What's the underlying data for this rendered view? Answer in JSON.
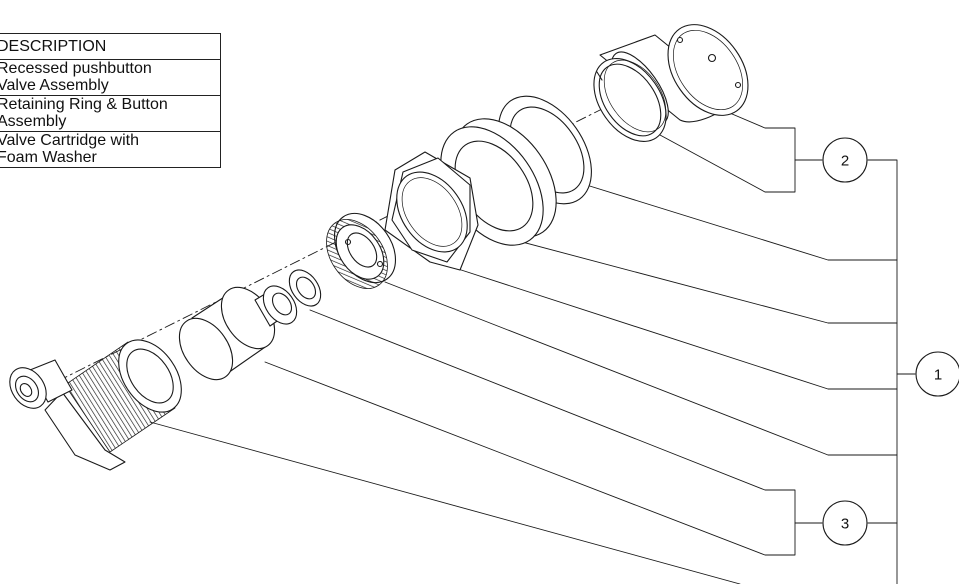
{
  "table": {
    "header": "DESCRIPTION",
    "rows": [
      {
        "line1": "Recessed pushbutton",
        "line2": "Valve Assembly"
      },
      {
        "line1": "Retaining Ring & Button",
        "line2": "Assembly"
      },
      {
        "line1": "Valve Cartridge with",
        "line2": "Foam Washer"
      }
    ]
  },
  "callouts": {
    "one": "1",
    "two": "2",
    "three": "3"
  },
  "colors": {
    "line": "#1a1a1a",
    "background": "#ffffff"
  }
}
